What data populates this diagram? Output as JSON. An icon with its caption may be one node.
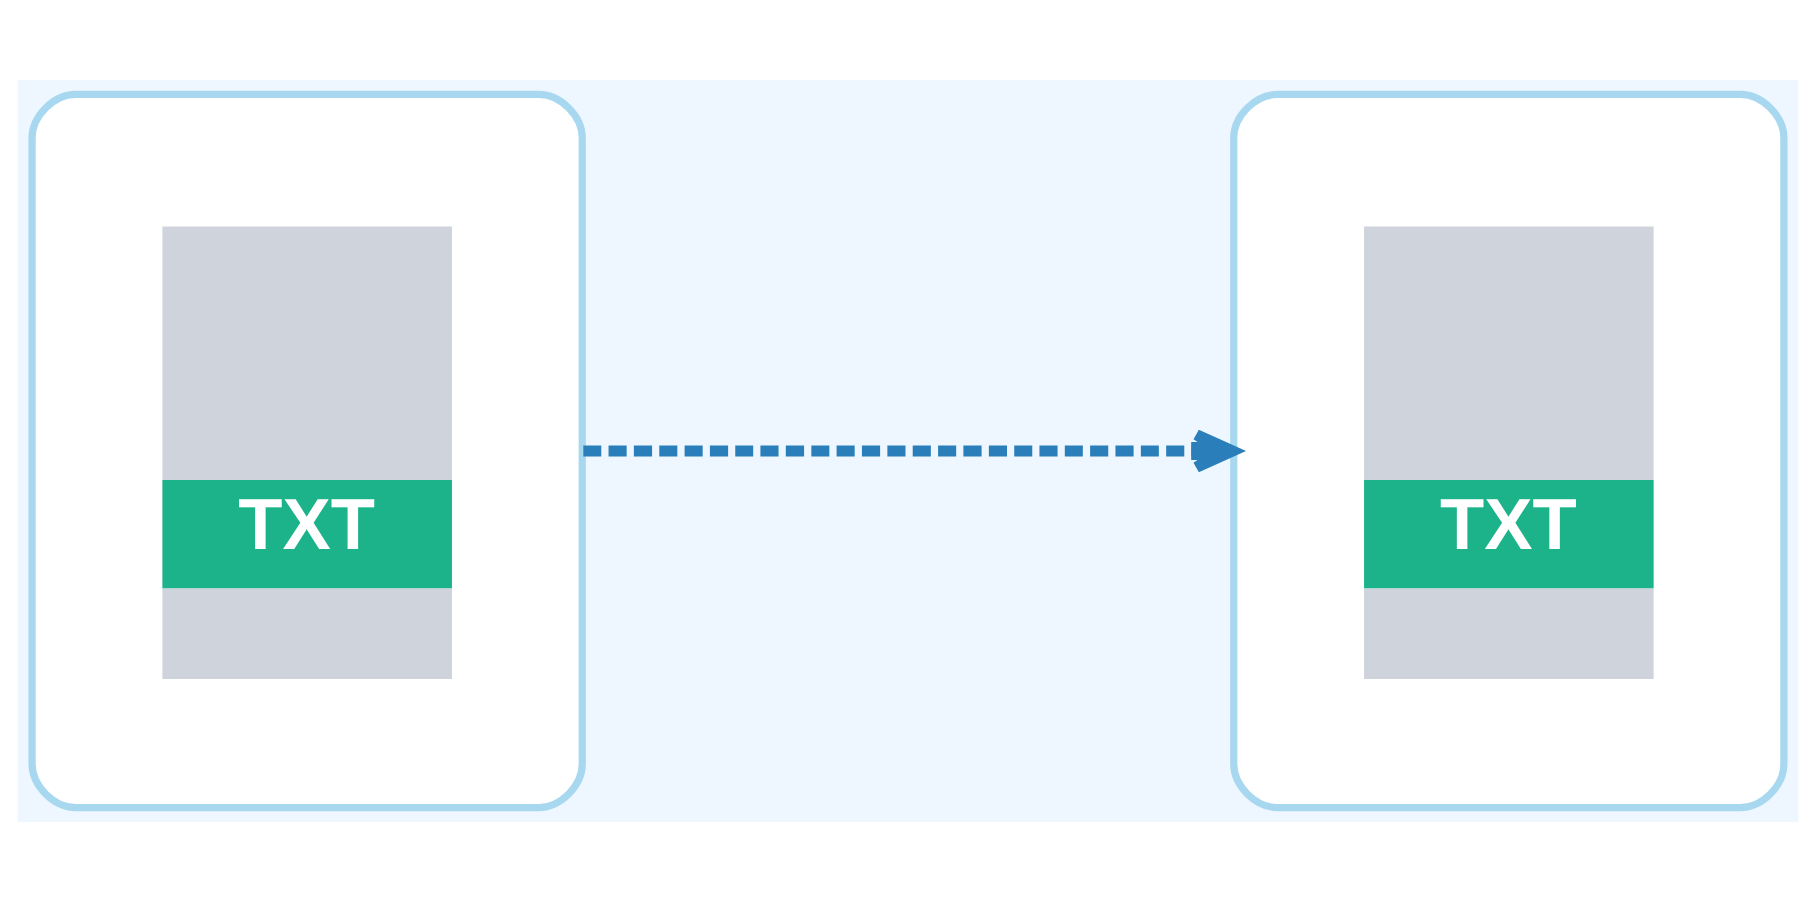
{
  "diagram": {
    "nodes": [
      {
        "text": [
          "TXT"
        ]
      },
      {
        "text": [
          "TXT"
        ]
      }
    ],
    "edges": [
      {
        "from": 0,
        "to": 1,
        "arrow": "to",
        "style": "dashed"
      }
    ]
  }
}
